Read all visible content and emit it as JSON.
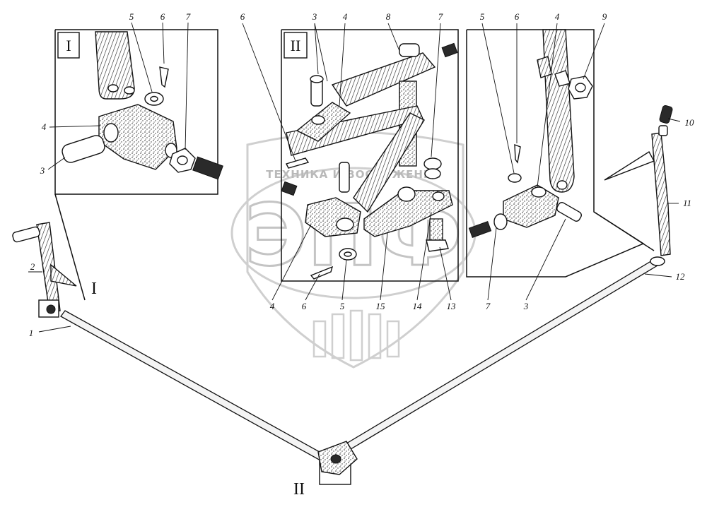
{
  "figure": {
    "views": [
      {
        "id": "I",
        "label": "I"
      },
      {
        "id": "II",
        "label": "II"
      }
    ],
    "callouts": {
      "main": [
        "1",
        "2",
        "11",
        "12",
        "10"
      ],
      "view_I": [
        "3",
        "4",
        "5",
        "6",
        "7"
      ],
      "view_II": [
        "3",
        "4",
        "8",
        "7",
        "6",
        "4",
        "6",
        "5",
        "15",
        "14",
        "13"
      ],
      "view_III": [
        "5",
        "6",
        "4",
        "9",
        "7",
        "3"
      ]
    },
    "markers": {
      "left": "I",
      "bottom": "II"
    },
    "watermark": {
      "top_text": "ТЕХНИКА И ВООРУЖЕНИЕ",
      "letters": "ЭПФ",
      "color": "#c4c4c4"
    }
  }
}
